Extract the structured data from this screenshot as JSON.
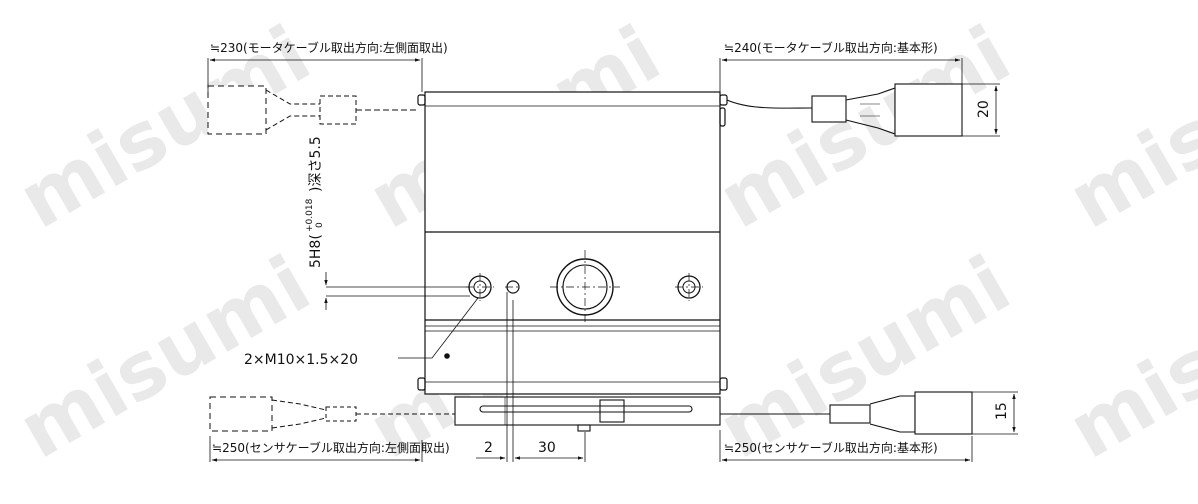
{
  "watermark": "misumi",
  "labels": {
    "motor_cable_left": "≒230(モータケーブル取出方向:左側面取出)",
    "motor_cable_basic": "≒240(モータケーブル取出方向:基本形)",
    "sensor_cable_left": "≒250(センサケーブル取出方向:左側面取出)",
    "sensor_cable_basic": "≒250(センサケーブル取出方向:基本形)",
    "pin_hole": "5H8(",
    "pin_tol_upper": "+0.018",
    "pin_tol_lower": "0",
    "pin_depth": ")深さ5.5",
    "tapped_holes": "2×M10×1.5×20",
    "motor_cable_height": "20",
    "sensor_cable_height": "15",
    "offset_2": "2",
    "offset_30": "30"
  }
}
